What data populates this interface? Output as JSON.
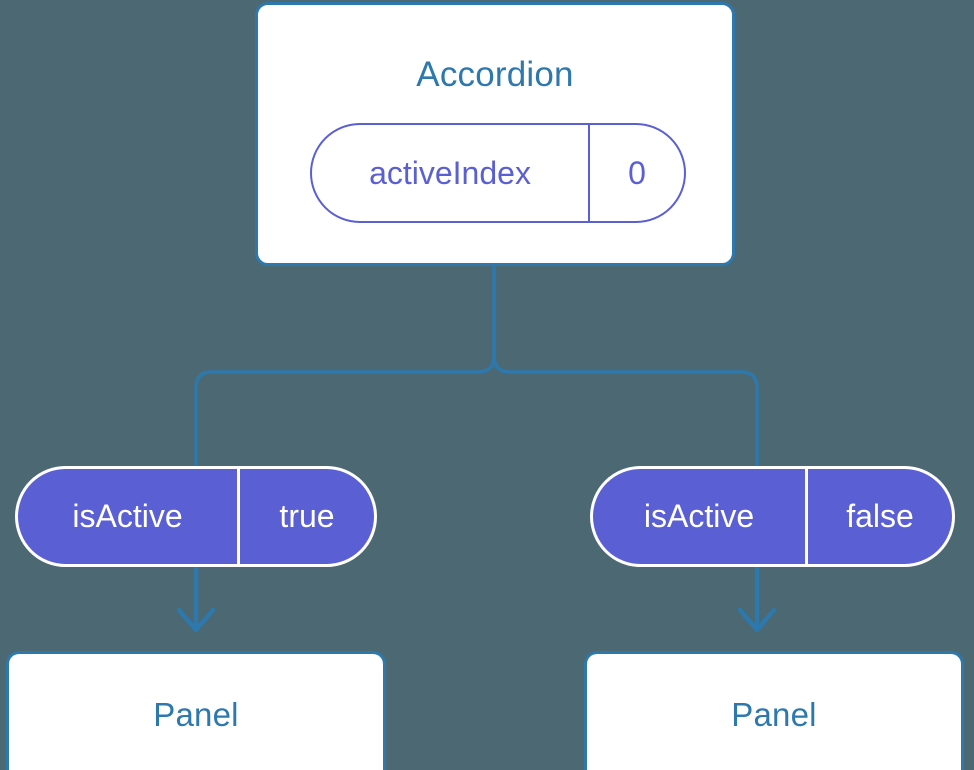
{
  "diagram": {
    "title_text": "Accordion",
    "background_color": "#4c6872",
    "accent_color": "#2d78ad",
    "state_color": "#5b5fd4",
    "root": {
      "name": "Accordion",
      "state": {
        "key": "activeIndex",
        "value": "0"
      }
    },
    "branches": [
      {
        "prop": {
          "key": "isActive",
          "value": "true"
        },
        "child": {
          "name": "Panel"
        }
      },
      {
        "prop": {
          "key": "isActive",
          "value": "false"
        },
        "child": {
          "name": "Panel"
        }
      }
    ]
  }
}
